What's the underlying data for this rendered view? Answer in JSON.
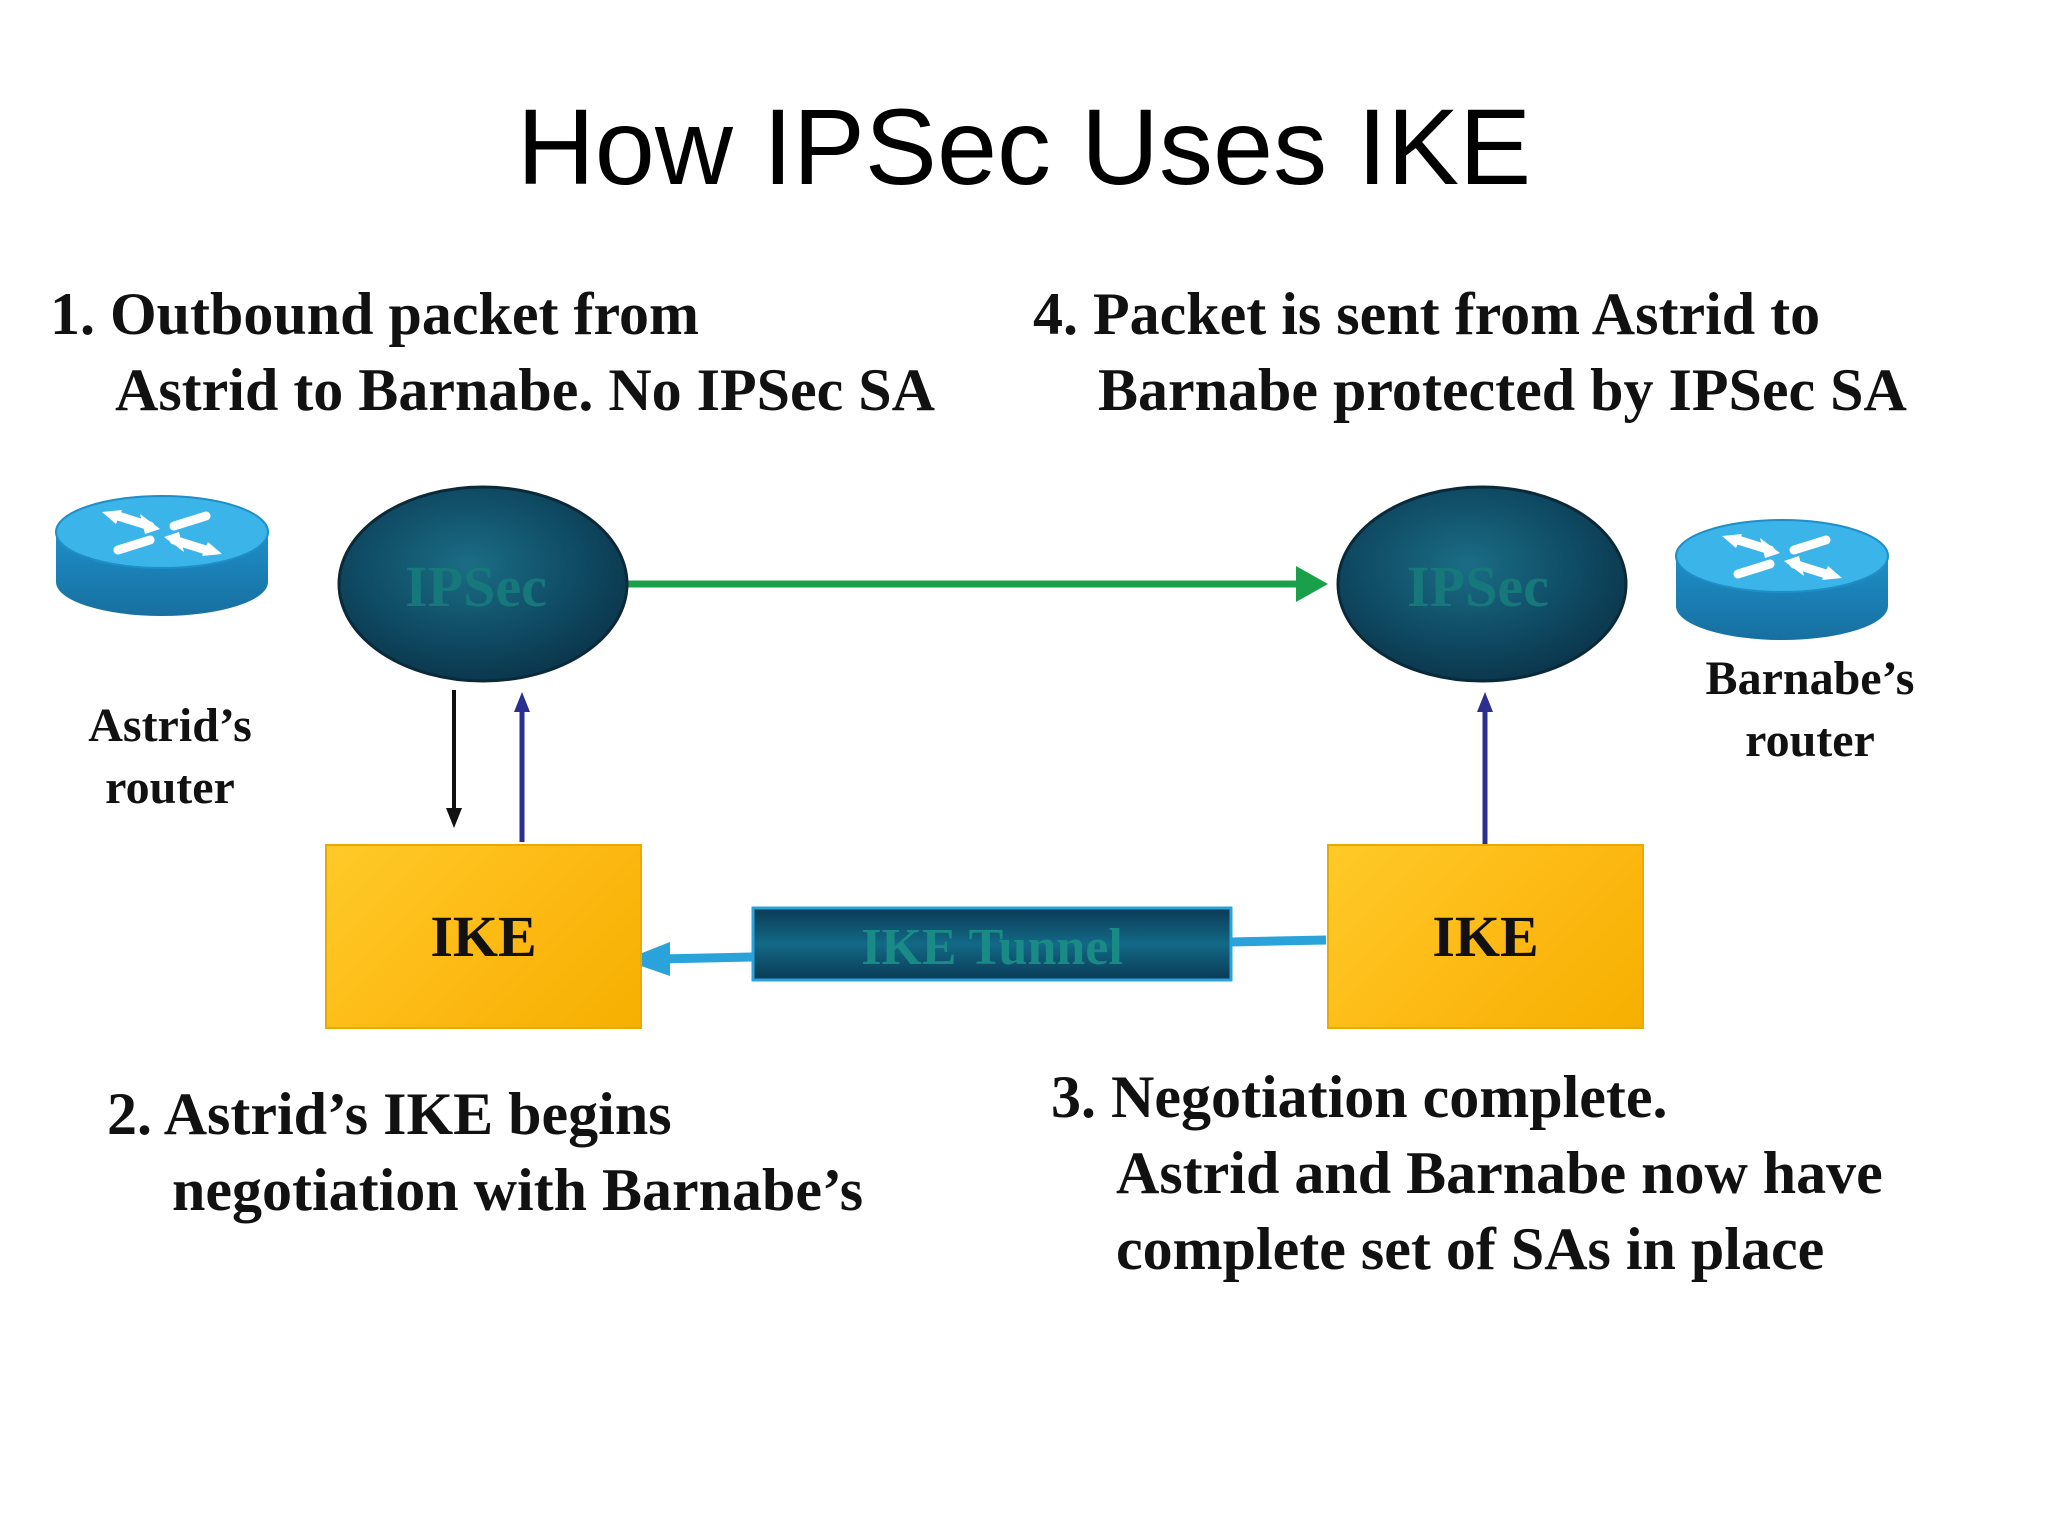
{
  "title": "How IPSec Uses IKE",
  "steps": {
    "step1": {
      "number": "1.",
      "line1": "Outbound packet from",
      "line2": "Astrid to Barnabe. No IPSec SA"
    },
    "step2": {
      "number": "2.",
      "line1": "Astrid’s IKE begins",
      "line2": "negotiation with Barnabe’s"
    },
    "step3": {
      "number": "3.",
      "line1": "Negotiation complete.",
      "line2": "Astrid and Barnabe now have",
      "line3": "complete set of SAs in place"
    },
    "step4": {
      "number": "4.",
      "line1": "Packet is sent from Astrid to",
      "line2": "Barnabe protected by IPSec SA"
    }
  },
  "routers": {
    "left": {
      "line1": "Astrid’s",
      "line2": "router",
      "icon": "router-icon"
    },
    "right": {
      "line1": "Barnabe’s",
      "line2": "router",
      "icon": "router-icon"
    }
  },
  "nodes": {
    "ipsec_left": "IPSec",
    "ipsec_right": "IPSec",
    "ike_left": "IKE",
    "ike_right": "IKE",
    "tunnel": "IKE Tunnel"
  },
  "colors": {
    "ipsec_fill": "#0f4a63",
    "ike_fill": "#fdb913",
    "green_arrow": "#1aa04a",
    "blue_arrow": "#2b2f8f",
    "cyan_arrow": "#29a3d9",
    "router_blue": "#29a8e0"
  }
}
